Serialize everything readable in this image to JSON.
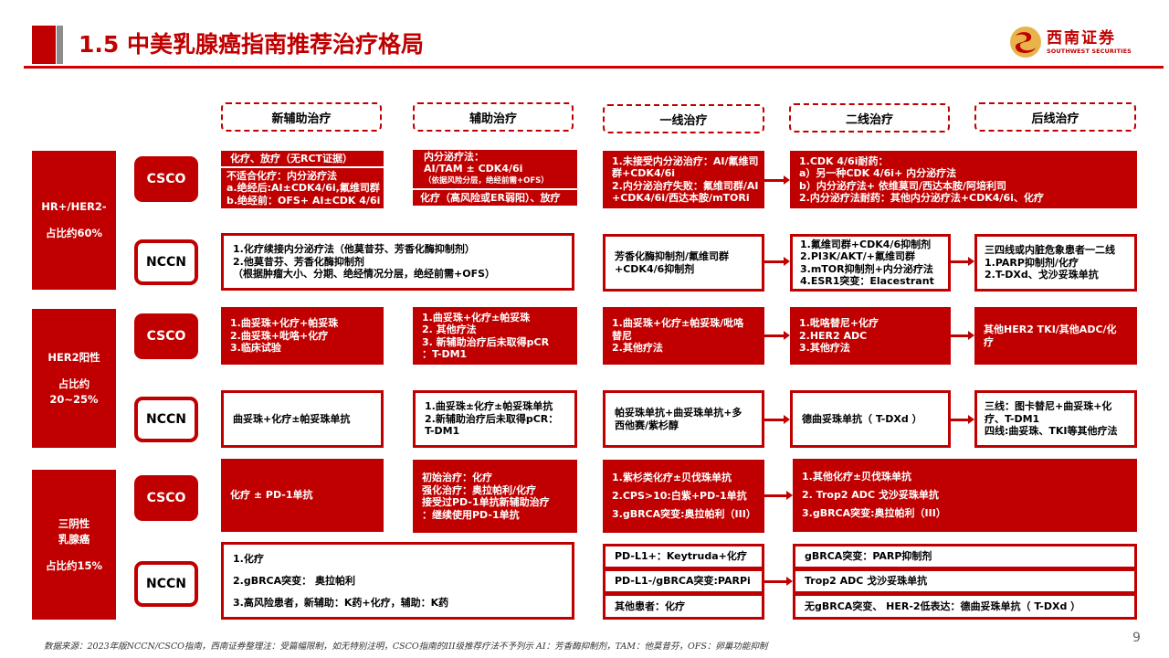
{
  "header": {
    "title": "1.5 中美乳腺癌指南推荐治疗格局",
    "logo": {
      "cn": "西南证券",
      "en": "SOUTHWEST SECURITIES",
      "icon": "southwest-securities-logo-icon"
    }
  },
  "columns": [
    "新辅助治疗",
    "辅助治疗",
    "一线治疗",
    "二线治疗",
    "后线治疗"
  ],
  "categories": [
    {
      "name": "HR+/HER2-",
      "share": "占比约60%"
    },
    {
      "name": "HER2阳性",
      "share_label": "占比约",
      "share": "20~25%"
    },
    {
      "name_l1": "三阴性",
      "name_l2": "乳腺癌",
      "share": "占比约15%"
    }
  ],
  "guidelines": {
    "csco": "CSCO",
    "nccn": "NCCN"
  },
  "hr_her2neg": {
    "csco": {
      "neoadjuvant": [
        [
          "化疗、放疗（无RCT证据）"
        ],
        [
          "不适合化疗：内分泌疗法",
          "a.绝经后:AI±CDK4/6i,氟维司群",
          "b.绝经前：OFS+ AI±CDK 4/6i"
        ]
      ],
      "adjuvant": {
        "main": [
          "内分泌疗法：",
          "AI/TAM ± CDK4/6i"
        ],
        "note": "（依据风险分层，绝经前需+OFS）",
        "extra": "化疗（高风险或ER弱阳）、放疗"
      },
      "first_line": [
        "1.未接受内分泌治疗：AI/氟维司",
        "群+CDK4/6i",
        "2.内分泌治疗失败：氟维司群/AI",
        "+CDK4/6i/西达本胺/mTORi"
      ],
      "second_line": [
        "1.CDK 4/6i耐药：",
        "a）另一种CDK 4/6i+ 内分泌疗法",
        "b）内分泌疗法+ 依维莫司/西达本胺/阿培利司",
        "2.内分泌疗法耐药：其他内分泌疗法+CDK4/6i、化疗"
      ]
    },
    "nccn": {
      "neo_adjuvant": [
        "1.化疗续接内分泌疗法（他莫昔芬、芳香化酶抑制剂）",
        "2.他莫昔芬、芳香化酶抑制剂",
        "（根据肿瘤大小、分期、绝经情况分层，绝经前需+OFS）"
      ],
      "first_line": [
        "芳香化酶抑制剂/氟维司群",
        "+CDK4/6抑制剂"
      ],
      "second_line": [
        "1.氟维司群+CDK4/6抑制剂",
        "2.PI3K/AKT/+氟维司群",
        "3.mTOR抑制剂+内分泌疗法",
        "4.ESR1突变：Elacestrant"
      ],
      "later_line": [
        "三四线或内脏危象患者一二线",
        "1.PARP抑制剂/化疗",
        "2.T-DXd、戈沙妥珠单抗"
      ]
    }
  },
  "her2pos": {
    "csco": {
      "neoadjuvant": [
        "1.曲妥珠+化疗+帕妥珠",
        "2.曲妥珠+吡咯+化疗",
        "3.临床试验"
      ],
      "adjuvant": [
        "1.曲妥珠+化疗±帕妥珠",
        "2. 其他疗法",
        "3. 新辅助治疗后未取得pCR",
        "：T-DM1"
      ],
      "first_line": [
        "1.曲妥珠+化疗±帕妥珠/吡咯",
        "替尼",
        "2.其他疗法"
      ],
      "second_line": [
        "1.吡咯替尼+化疗",
        "2.HER2 ADC",
        "3.其他疗法"
      ],
      "later_line": [
        "其他HER2 TKI/其他ADC/化",
        "疗"
      ]
    },
    "nccn": {
      "neoadjuvant": [
        "曲妥珠+化疗±帕妥珠单抗"
      ],
      "adjuvant": [
        "1.曲妥珠±化疗±帕妥珠单抗",
        "2.新辅助治疗后未取得pCR：",
        "T-DM1"
      ],
      "first_line": [
        "帕妥珠单抗+曲妥珠单抗+多",
        "西他赛/紫杉醇"
      ],
      "second_line": [
        "德曲妥珠单抗（ T-DXd ）"
      ],
      "later_line": [
        "三线：图卡替尼+曲妥珠+化",
        "疗、T-DM1",
        "四线:曲妥珠、TKI等其他疗法"
      ]
    }
  },
  "tnbc": {
    "csco": {
      "neoadjuvant": [
        "化疗 ± PD-1单抗"
      ],
      "adjuvant": [
        "初始治疗：化疗",
        "强化治疗：奥拉帕利/化疗",
        "接受过PD-1单抗新辅助治疗",
        "：继续使用PD-1单抗"
      ],
      "first_line": [
        "1.紫杉类化疗±贝伐珠单抗",
        "2.CPS>10:白紫+PD-1单抗",
        "3.gBRCA突变:奥拉帕利（III）"
      ],
      "second_line": [
        "1.其他化疗±贝伐珠单抗",
        "2. Trop2 ADC 戈沙妥珠单抗",
        "3.gBRCA突变:奥拉帕利（III）"
      ]
    },
    "nccn": {
      "neo_adjuvant": [
        "1.化疗",
        "2.gBRCA突变： 奥拉帕利",
        "3.高风险患者，新辅助：K药+化疗，辅助：K药"
      ],
      "first_line": [
        "PD-L1+：Keytruda+化疗",
        "PD-L1-/gBRCA突变:PARPi",
        "其他患者：化疗"
      ],
      "second_line": [
        "gBRCA突变：PARP抑制剂",
        "Trop2 ADC 戈沙妥珠单抗",
        "无gBRCA突变、 HER-2低表达：德曲妥珠单抗（ T-DXd ）"
      ]
    }
  },
  "footer": {
    "source": "数据来源：2023年版NCCN/CSCO指南，西南证券整理注：受篇幅限制，如无特别注明，CSCO指南的III级推荐疗法不予列示  AI：芳香酶抑制剂，TAM：他莫昔芬，OFS：卵巢功能抑制",
    "page": "9"
  },
  "colors": {
    "brand_red": "#c00000",
    "line_red": "#e00000",
    "accent_gray": "#8c8c8c"
  }
}
